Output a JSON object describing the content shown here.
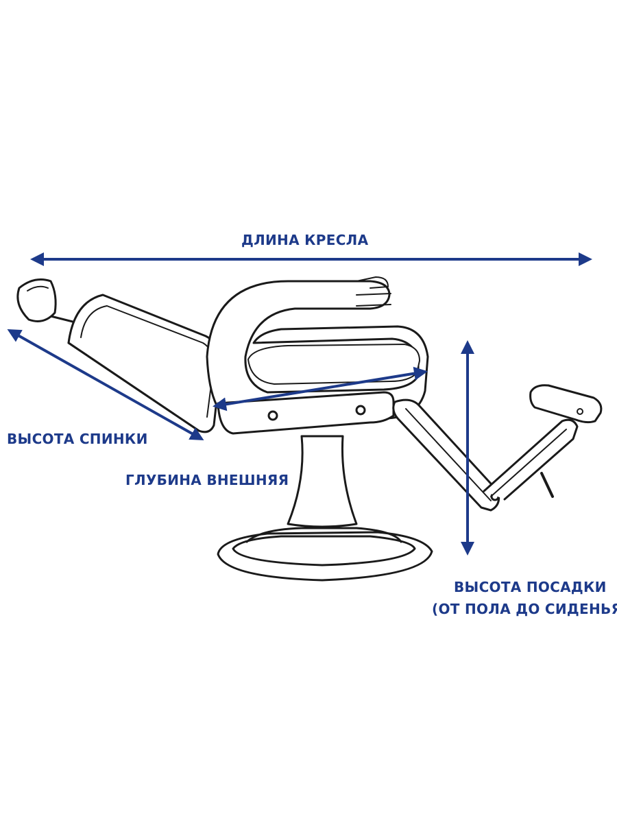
{
  "labels": {
    "chair_length": "ДЛИНА КРЕСЛА",
    "back_height": "ВЫСОТА СПИНКИ",
    "outer_depth": "ГЛУБИНА ВНЕШНЯЯ",
    "seat_height_line1": "ВЫСОТА ПОСАДКИ",
    "seat_height_line2": "(ОТ ПОЛА ДО СИДЕНЬЯ)"
  },
  "colors": {
    "dimension": "#1d3a8a",
    "outline": "#1a1a1a",
    "background": "#ffffff"
  }
}
